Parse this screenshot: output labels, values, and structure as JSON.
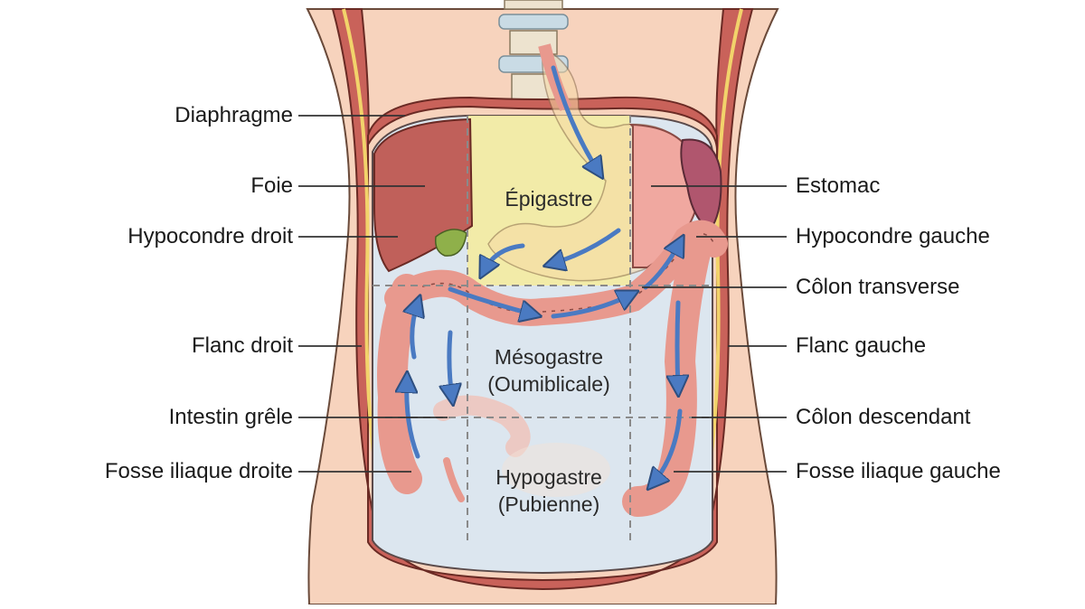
{
  "labels": {
    "left": [
      {
        "id": "diaphragme",
        "text": "Diaphragme"
      },
      {
        "id": "foie",
        "text": "Foie"
      },
      {
        "id": "hypocondre_droit",
        "text": "Hypocondre droit"
      },
      {
        "id": "flanc_droit",
        "text": "Flanc droit"
      },
      {
        "id": "intestin_grele",
        "text": "Intestin grêle"
      },
      {
        "id": "fosse_iliaque_droite",
        "text": "Fosse iliaque droite"
      }
    ],
    "right": [
      {
        "id": "estomac",
        "text": "Estomac"
      },
      {
        "id": "hypocondre_gauche",
        "text": "Hypocondre gauche"
      },
      {
        "id": "colon_transverse",
        "text": "Côlon transverse"
      },
      {
        "id": "flanc_gauche",
        "text": "Flanc gauche"
      },
      {
        "id": "colon_descendant",
        "text": "Côlon descendant"
      },
      {
        "id": "fosse_iliaque_gauche",
        "text": "Fosse iliaque gauche"
      }
    ]
  },
  "regions": {
    "epigastre": "Épigastre",
    "mesogastre_line1": "Mésogastre",
    "mesogastre_line2": "(Oumiblicale)",
    "hypogastre_line1": "Hypogastre",
    "hypogastre_line2": "(Pubienne)"
  },
  "colors": {
    "skin": "#f7d3bd",
    "muscle": "#c9625a",
    "fat_layer": "#f2d36b",
    "liver": "#c0605a",
    "stomach": "#f0a8a0",
    "spleen": "#b0566e",
    "colon": "#e8998e",
    "arrow": "#4a7ac2",
    "epigastric_zone": "#f4eba0",
    "cavity": "#dce6ef"
  }
}
